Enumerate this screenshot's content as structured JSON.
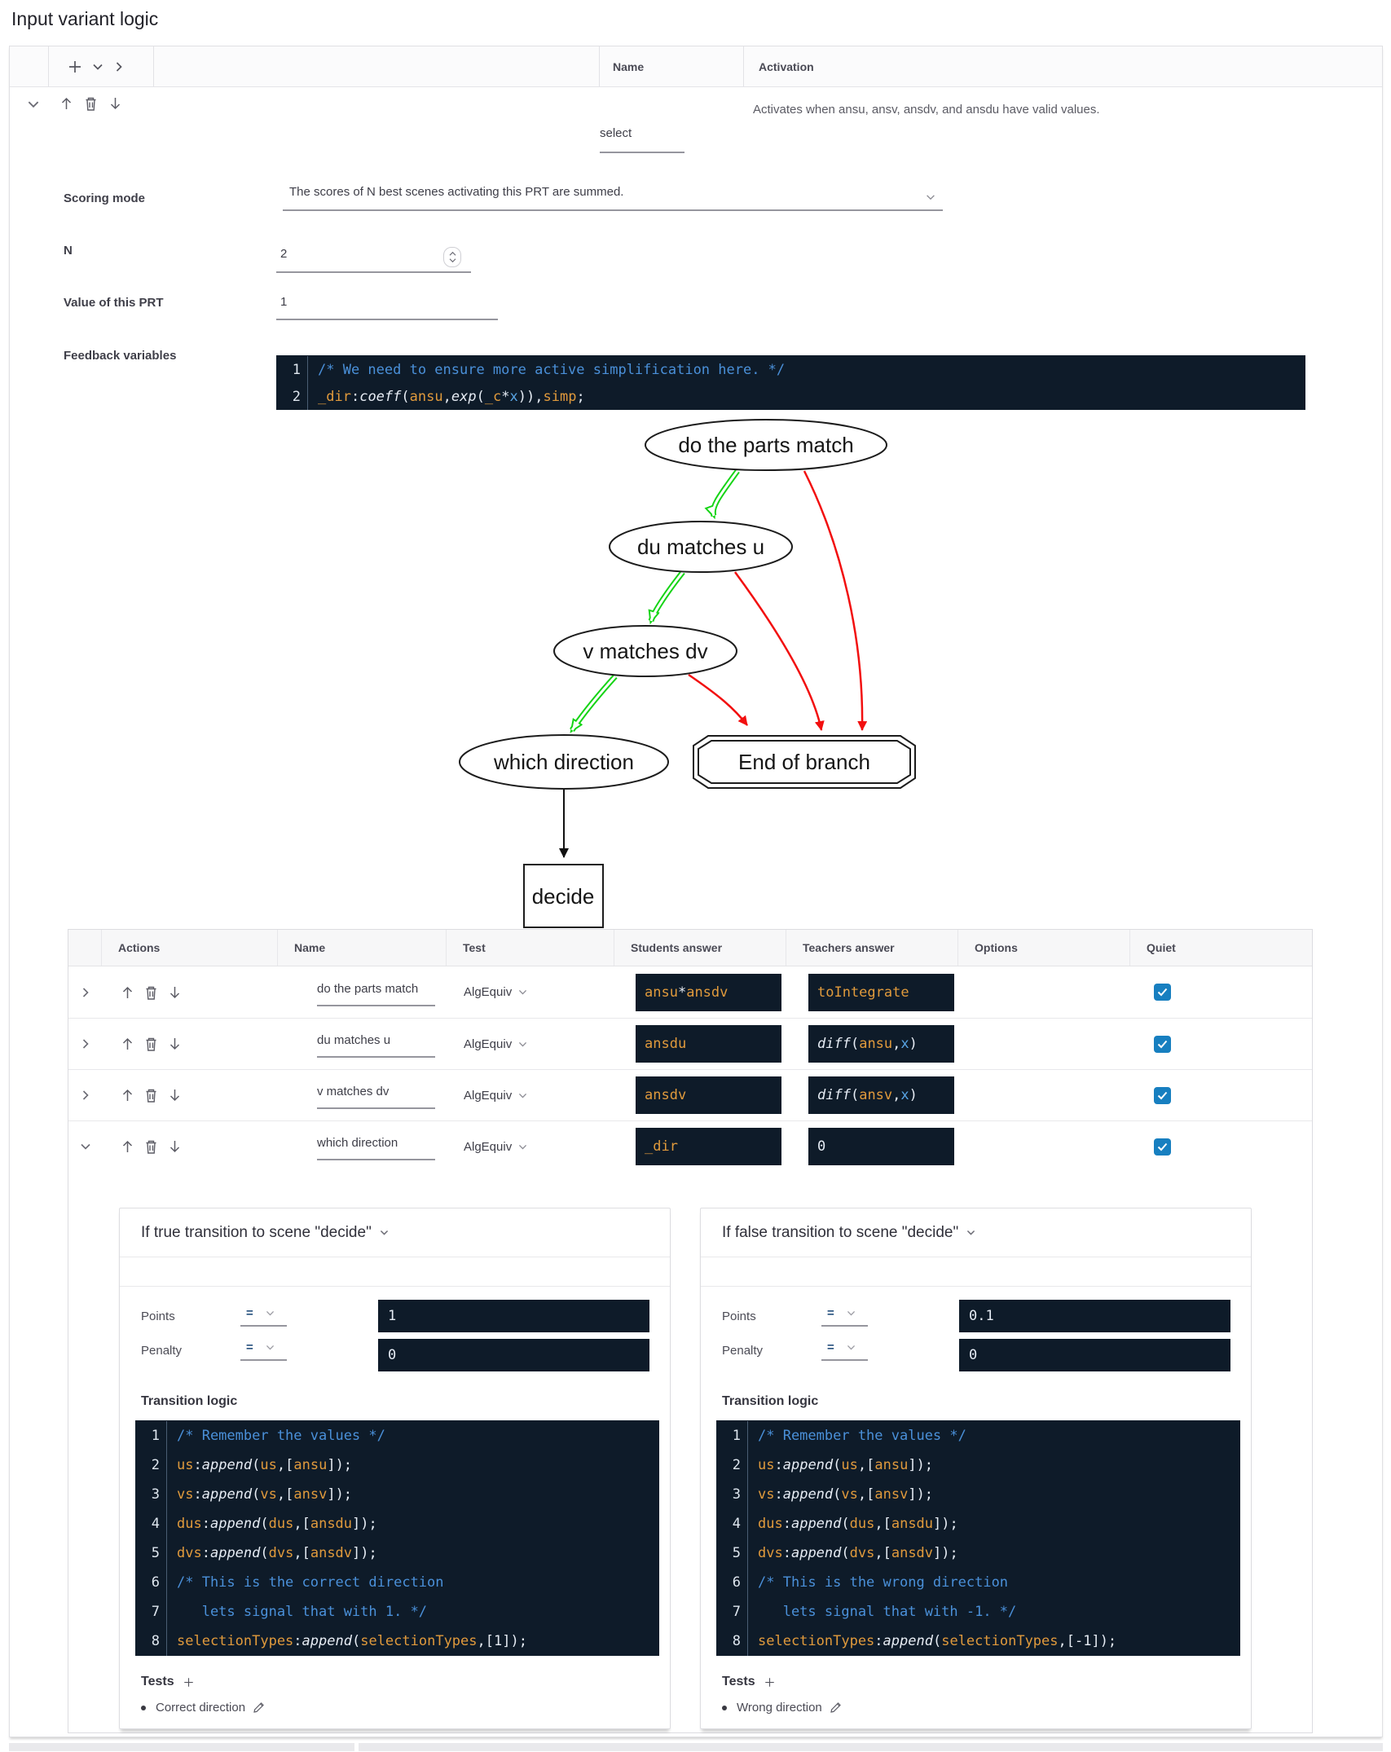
{
  "page": {
    "title": "Input variant logic"
  },
  "prt_panel": {
    "columns": {
      "name": "Name",
      "activation": "Activation"
    },
    "variant": {
      "name_value": "select",
      "activation_text": "Activates when ansu, ansv, ansdv, and ansdu have valid values."
    },
    "scoring": {
      "label": "Scoring mode",
      "value": "The scores of N best scenes activating this PRT are summed."
    },
    "n": {
      "label": "N",
      "value": "2"
    },
    "prt_value": {
      "label": "Value of this PRT",
      "value": "1"
    },
    "feedback": {
      "label": "Feedback variables",
      "code": [
        {
          "n": "1",
          "t": [
            [
              "c",
              "/* We need to ensure more active simplification here. */"
            ]
          ]
        },
        {
          "n": "2",
          "t": [
            [
              "o",
              "_dir"
            ],
            [
              "w",
              ":"
            ],
            [
              "f",
              "coeff"
            ],
            [
              "w",
              "("
            ],
            [
              "o",
              "ansu"
            ],
            [
              "w",
              ","
            ],
            [
              "f",
              "exp"
            ],
            [
              "w",
              "("
            ],
            [
              "o",
              "_c"
            ],
            [
              "w",
              "*"
            ],
            [
              "b",
              "x"
            ],
            [
              "w",
              ")),"
            ],
            [
              "o",
              "simp"
            ],
            [
              "w",
              ";"
            ]
          ]
        }
      ]
    }
  },
  "graph": {
    "nodes": {
      "root": "do the parts match",
      "du": "du matches u",
      "v": "v matches dv",
      "which": "which direction",
      "end": "End of branch",
      "decide": "decide"
    }
  },
  "nodes_table": {
    "headers": {
      "actions": "Actions",
      "name": "Name",
      "test": "Test",
      "students": "Students answer",
      "teachers": "Teachers answer",
      "options": "Options",
      "quiet": "Quiet"
    },
    "rows": [
      {
        "expanded": false,
        "name": "do the parts match",
        "test": "AlgEquiv",
        "student": [
          [
            "o",
            "ansu"
          ],
          [
            "w",
            "*"
          ],
          [
            "o",
            "ansdv"
          ]
        ],
        "teacher": [
          [
            "o",
            "toIntegrate"
          ]
        ],
        "quiet": true
      },
      {
        "expanded": false,
        "name": "du matches u",
        "test": "AlgEquiv",
        "student": [
          [
            "o",
            "ansdu"
          ]
        ],
        "teacher": [
          [
            "f",
            "diff"
          ],
          [
            "w",
            "("
          ],
          [
            "o",
            "ansu"
          ],
          [
            "w",
            ", "
          ],
          [
            "b",
            "x"
          ],
          [
            "w",
            ")"
          ]
        ],
        "quiet": true
      },
      {
        "expanded": false,
        "name": "v matches dv",
        "test": "AlgEquiv",
        "student": [
          [
            "o",
            "ansdv"
          ]
        ],
        "teacher": [
          [
            "f",
            "diff"
          ],
          [
            "w",
            "("
          ],
          [
            "o",
            "ansv"
          ],
          [
            "w",
            ", "
          ],
          [
            "b",
            "x"
          ],
          [
            "w",
            ")"
          ]
        ],
        "quiet": true
      },
      {
        "expanded": true,
        "name": "which direction",
        "test": "AlgEquiv",
        "student": [
          [
            "o",
            "_dir"
          ]
        ],
        "teacher": [
          [
            "w",
            "0"
          ]
        ],
        "quiet": true
      }
    ]
  },
  "branches": [
    {
      "title": "If true transition to scene \"decide\"",
      "points_label": "Points",
      "points_op": "=",
      "points_value": "1",
      "penalty_label": "Penalty",
      "penalty_op": "=",
      "penalty_value": "0",
      "logic_label": "Transition logic",
      "code": [
        {
          "n": "1",
          "t": [
            [
              "c",
              "/* Remember the values */"
            ]
          ]
        },
        {
          "n": "2",
          "t": [
            [
              "o",
              "us"
            ],
            [
              "w",
              ":"
            ],
            [
              "f",
              "append"
            ],
            [
              "w",
              "("
            ],
            [
              "o",
              "us"
            ],
            [
              "w",
              ",["
            ],
            [
              "o",
              "ansu"
            ],
            [
              "w",
              "]);"
            ]
          ]
        },
        {
          "n": "3",
          "t": [
            [
              "o",
              "vs"
            ],
            [
              "w",
              ":"
            ],
            [
              "f",
              "append"
            ],
            [
              "w",
              "("
            ],
            [
              "o",
              "vs"
            ],
            [
              "w",
              ",["
            ],
            [
              "o",
              "ansv"
            ],
            [
              "w",
              "]);"
            ]
          ]
        },
        {
          "n": "4",
          "t": [
            [
              "o",
              "dus"
            ],
            [
              "w",
              ":"
            ],
            [
              "f",
              "append"
            ],
            [
              "w",
              "("
            ],
            [
              "o",
              "dus"
            ],
            [
              "w",
              ",["
            ],
            [
              "o",
              "ansdu"
            ],
            [
              "w",
              "]);"
            ]
          ]
        },
        {
          "n": "5",
          "t": [
            [
              "o",
              "dvs"
            ],
            [
              "w",
              ":"
            ],
            [
              "f",
              "append"
            ],
            [
              "w",
              "("
            ],
            [
              "o",
              "dvs"
            ],
            [
              "w",
              ",["
            ],
            [
              "o",
              "ansdv"
            ],
            [
              "w",
              "]);"
            ]
          ]
        },
        {
          "n": "6",
          "t": [
            [
              "c",
              "/* This is the correct direction"
            ]
          ]
        },
        {
          "n": "7",
          "t": [
            [
              "c",
              "   lets signal that with 1. */"
            ]
          ]
        },
        {
          "n": "8",
          "t": [
            [
              "o",
              "selectionTypes"
            ],
            [
              "w",
              ":"
            ],
            [
              "f",
              "append"
            ],
            [
              "w",
              "("
            ],
            [
              "o",
              "selectionTypes"
            ],
            [
              "w",
              ",[1]);"
            ]
          ]
        }
      ],
      "tests_label": "Tests",
      "tests": [
        "Correct direction"
      ]
    },
    {
      "title": "If false transition to scene \"decide\"",
      "points_label": "Points",
      "points_op": "=",
      "points_value": "0.1",
      "penalty_label": "Penalty",
      "penalty_op": "=",
      "penalty_value": "0",
      "logic_label": "Transition logic",
      "code": [
        {
          "n": "1",
          "t": [
            [
              "c",
              "/* Remember the values */"
            ]
          ]
        },
        {
          "n": "2",
          "t": [
            [
              "o",
              "us"
            ],
            [
              "w",
              ":"
            ],
            [
              "f",
              "append"
            ],
            [
              "w",
              "("
            ],
            [
              "o",
              "us"
            ],
            [
              "w",
              ",["
            ],
            [
              "o",
              "ansu"
            ],
            [
              "w",
              "]);"
            ]
          ]
        },
        {
          "n": "3",
          "t": [
            [
              "o",
              "vs"
            ],
            [
              "w",
              ":"
            ],
            [
              "f",
              "append"
            ],
            [
              "w",
              "("
            ],
            [
              "o",
              "vs"
            ],
            [
              "w",
              ",["
            ],
            [
              "o",
              "ansv"
            ],
            [
              "w",
              "]);"
            ]
          ]
        },
        {
          "n": "4",
          "t": [
            [
              "o",
              "dus"
            ],
            [
              "w",
              ":"
            ],
            [
              "f",
              "append"
            ],
            [
              "w",
              "("
            ],
            [
              "o",
              "dus"
            ],
            [
              "w",
              ",["
            ],
            [
              "o",
              "ansdu"
            ],
            [
              "w",
              "]);"
            ]
          ]
        },
        {
          "n": "5",
          "t": [
            [
              "o",
              "dvs"
            ],
            [
              "w",
              ":"
            ],
            [
              "f",
              "append"
            ],
            [
              "w",
              "("
            ],
            [
              "o",
              "dvs"
            ],
            [
              "w",
              ",["
            ],
            [
              "o",
              "ansdv"
            ],
            [
              "w",
              "]);"
            ]
          ]
        },
        {
          "n": "6",
          "t": [
            [
              "c",
              "/* This is the wrong direction"
            ]
          ]
        },
        {
          "n": "7",
          "t": [
            [
              "c",
              "   lets signal that with -1. */"
            ]
          ]
        },
        {
          "n": "8",
          "t": [
            [
              "o",
              "selectionTypes"
            ],
            [
              "w",
              ":"
            ],
            [
              "f",
              "append"
            ],
            [
              "w",
              "("
            ],
            [
              "o",
              "selectionTypes"
            ],
            [
              "w",
              ",[-1]);"
            ]
          ]
        }
      ],
      "tests_label": "Tests",
      "tests": [
        "Wrong direction"
      ]
    }
  ]
}
